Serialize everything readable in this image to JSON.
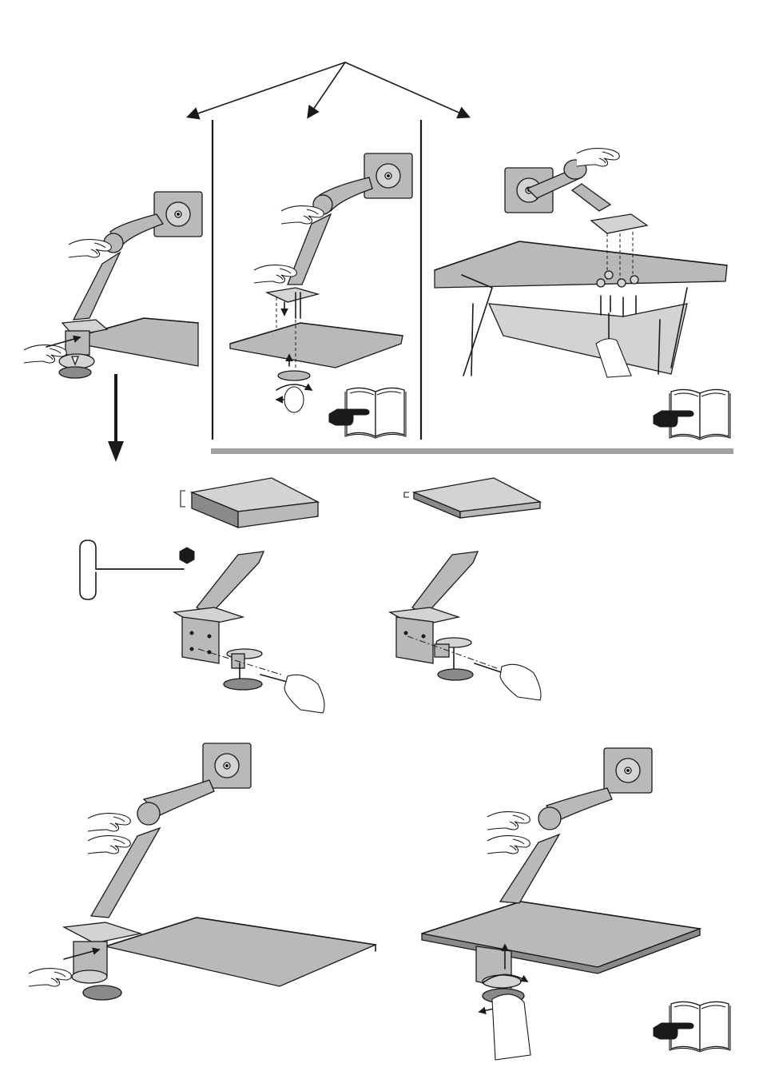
{
  "figure": {
    "kind": "monitor-arm-mounting-instructions",
    "text_labels": [],
    "colors": {
      "line": "#1a1a1a",
      "panel_gray": "#b9b9b9",
      "dark_gray": "#8a8a8a",
      "divider": "#a0a0a0",
      "background": "#ffffff"
    },
    "icons": [
      "branching-arrows-icon",
      "down-arrow-icon",
      "manual-reference-icon",
      "hex-key-icon",
      "hexagon-icon",
      "monitor-arm-icon",
      "desk-icon",
      "hand-icon"
    ],
    "steps": [
      "clamp-mount-option",
      "grommet-mount-option",
      "bolt-through-mount-option",
      "thick-desk-clamp-setup",
      "thin-desk-clamp-setup",
      "attach-clamp-to-desk",
      "tighten-clamp-under-desk"
    ]
  }
}
